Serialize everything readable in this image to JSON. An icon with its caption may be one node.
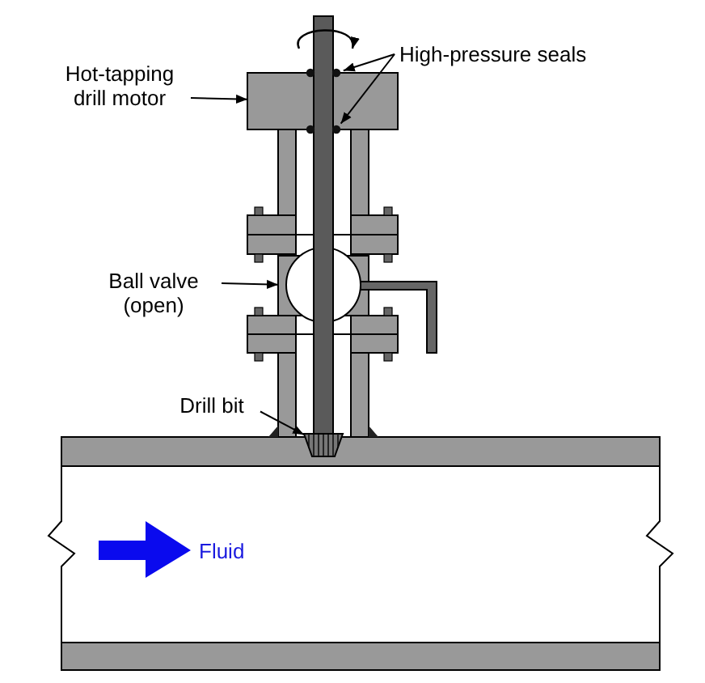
{
  "diagram": {
    "nodes": [
      {
        "text": [
          "High-pressure seals"
        ]
      },
      {
        "text": [],
        "shape": "circle"
      },
      {
        "text": [],
        "shape": "circle"
      },
      {
        "text": [
          "Hot-tapping drill motor"
        ]
      },
      {
        "text": [],
        "shape": "box"
      },
      {
        "text": [
          "Ball valve (open)"
        ]
      },
      {
        "text": [],
        "shape": "box"
      },
      {
        "text": [
          "Drill bit"
        ]
      },
      {
        "text": [],
        "shape": "trapezoid"
      }
    ],
    "edges": [
      {
        "from": 0,
        "to": 1,
        "arrow": "to"
      },
      {
        "from": 0,
        "to": 2,
        "arrow": "to"
      },
      {
        "from": 3,
        "to": 4,
        "arrow": "to"
      },
      {
        "from": 5,
        "to": 6,
        "arrow": "to"
      },
      {
        "from": 7,
        "to": 8,
        "arrow": "to"
      }
    ],
    "labels": [
      "Fluid"
    ]
  }
}
